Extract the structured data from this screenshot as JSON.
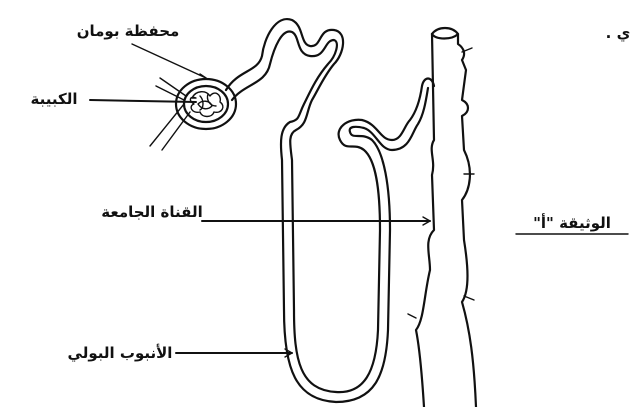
{
  "labels": {
    "bowman_capsule": "محفظة بومان",
    "glomerulus": "الكبيبة",
    "collecting_duct": "القناة الجامعة",
    "urinary_tubule": "الأنبوب البولي",
    "document_title": "الوثيقة \"أ\"",
    "edge_fragment": "ي ."
  },
  "colors": {
    "ink": "#111111",
    "background": "#ffffff"
  }
}
